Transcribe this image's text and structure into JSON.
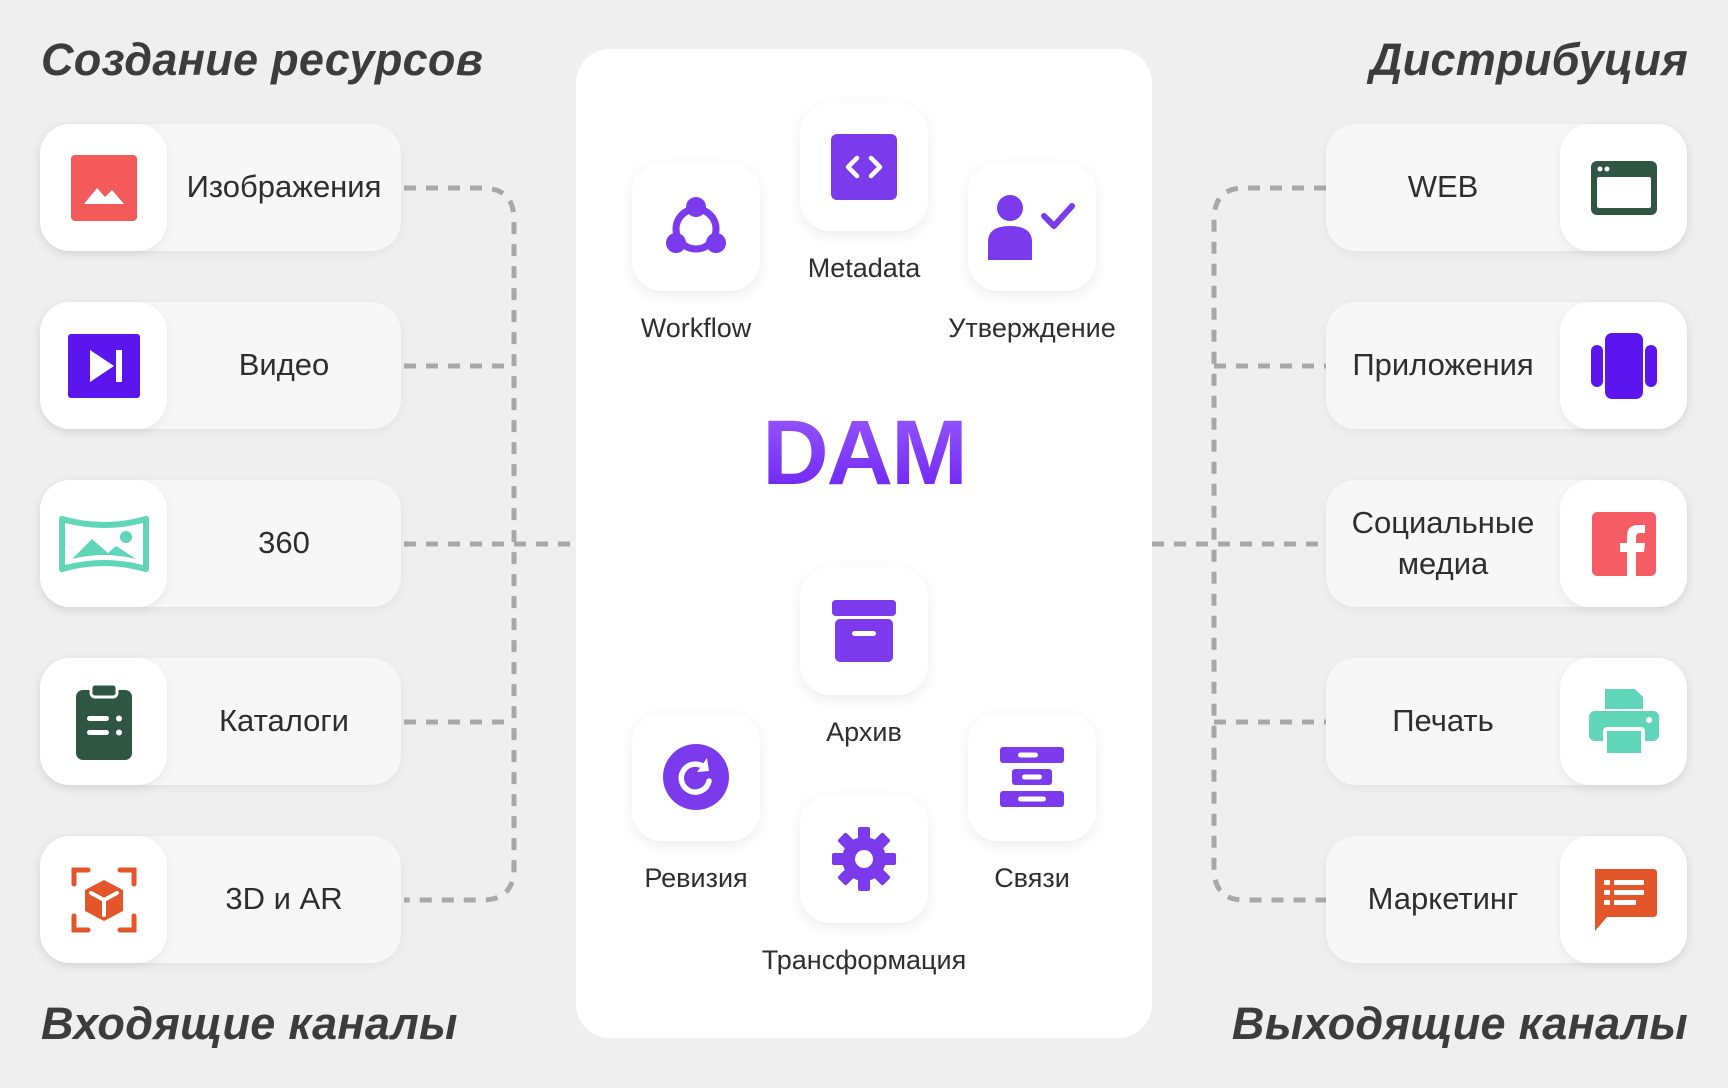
{
  "headings": {
    "top_left": "Создание ресурсов",
    "top_right": "Дистрибуция",
    "bottom_left": "Входящие каналы",
    "bottom_right": "Выходящие каналы"
  },
  "inputs": [
    {
      "label": "Изображения",
      "icon": "image-icon"
    },
    {
      "label": "Видео",
      "icon": "video-icon"
    },
    {
      "label": "360",
      "icon": "panorama-icon"
    },
    {
      "label": "Каталоги",
      "icon": "clipboard-icon"
    },
    {
      "label": "3D и AR",
      "icon": "cube-ar-icon"
    }
  ],
  "outputs": [
    {
      "label": "WEB",
      "icon": "browser-window-icon"
    },
    {
      "label": "Приложения",
      "icon": "mobile-apps-icon"
    },
    {
      "label": "Социальные медиа",
      "icon": "facebook-icon"
    },
    {
      "label": "Печать",
      "icon": "printer-icon"
    },
    {
      "label": "Маркетинг",
      "icon": "marketing-chat-icon"
    }
  ],
  "center": {
    "title": "DAM",
    "modules": [
      {
        "label": "Workflow",
        "icon": "workflow-icon"
      },
      {
        "label": "Metadata",
        "icon": "code-icon"
      },
      {
        "label": "Утверждение",
        "icon": "user-check-icon"
      },
      {
        "label": "Архив",
        "icon": "archive-icon"
      },
      {
        "label": "Ревизия",
        "icon": "refresh-icon"
      },
      {
        "label": "Связи",
        "icon": "relations-icon"
      },
      {
        "label": "Трансформация",
        "icon": "gear-icon"
      }
    ]
  },
  "colors": {
    "accent": "#7c3aed",
    "connector": "#a8a8a8",
    "image_icon": "#f55a5a",
    "video_icon": "#5b16f0",
    "panorama_icon": "#5ed6b7",
    "clipboard_icon": "#2f5543",
    "cube_icon": "#e2562a",
    "web_icon": "#2f5543",
    "facebook_icon": "#f65c63",
    "printer_icon": "#5ed6b7",
    "marketing_icon": "#e2562a"
  }
}
